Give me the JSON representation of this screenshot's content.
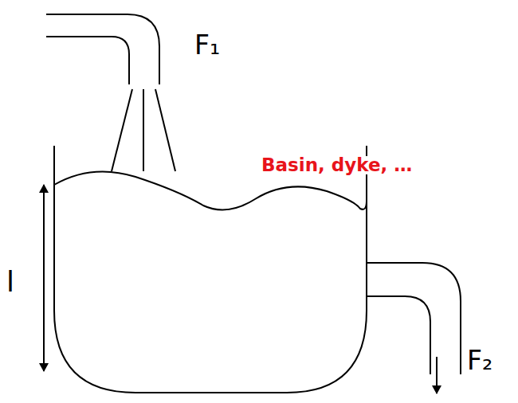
{
  "diagram": {
    "labels": [
      "F₁",
      "Basin, dyke, …",
      "l",
      "F₂"
    ]
  }
}
